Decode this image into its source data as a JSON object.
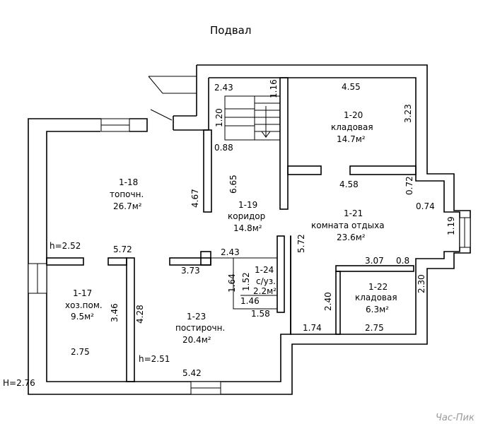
{
  "title": "Подвал",
  "heights": {
    "total": "H=2.76",
    "room17": "h=2.52",
    "room23": "h=2.51"
  },
  "rooms": [
    {
      "id": "1-18",
      "name": "топочн.",
      "area": "26.7м²"
    },
    {
      "id": "1-19",
      "name": "коридор",
      "area": "14.8м²"
    },
    {
      "id": "1-20",
      "name": "кладовая",
      "area": "14.7м²"
    },
    {
      "id": "1-21",
      "name": "комната отдыха",
      "area": "23.6м²"
    },
    {
      "id": "1-17",
      "name": "хоз.пом.",
      "area": "9.5м²"
    },
    {
      "id": "1-24",
      "name": "с/уз.",
      "area": "2.2м²"
    },
    {
      "id": "1-22",
      "name": "кладовая",
      "area": "6.3м²"
    },
    {
      "id": "1-23",
      "name": "постирочн.",
      "area": "20.4м²"
    }
  ],
  "dimensions": {
    "stair_width": "2.43",
    "stair_depth": "1.16",
    "stair_step": "1.20",
    "stair_landing": "0.88",
    "room20_width": "4.55",
    "room20_depth": "3.23",
    "room19_len": "6.65",
    "room18_wall": "4.67",
    "room21_top": "4.58",
    "bay_a": "0.72",
    "bay_b": "0.74",
    "bay_window": "1.19",
    "room21_side": "5.72",
    "room17_width": "5.72",
    "room23_top": "2.43",
    "room23_left": "3.73",
    "wc_a": "1.64",
    "wc_b": "1.52",
    "wc_c": "1.46",
    "wc_d": "1.58",
    "room22_top": "3.07",
    "room22_gap": "0.8",
    "room22_side": "2.30",
    "room22_left": "2.40",
    "room21_bottom_a": "1.74",
    "room22_bottom": "2.75",
    "room17_depth": "3.46",
    "room23_depth": "4.28",
    "room17_bottom": "2.75",
    "room23_bottom": "5.42"
  },
  "watermark": "Час-Пик"
}
